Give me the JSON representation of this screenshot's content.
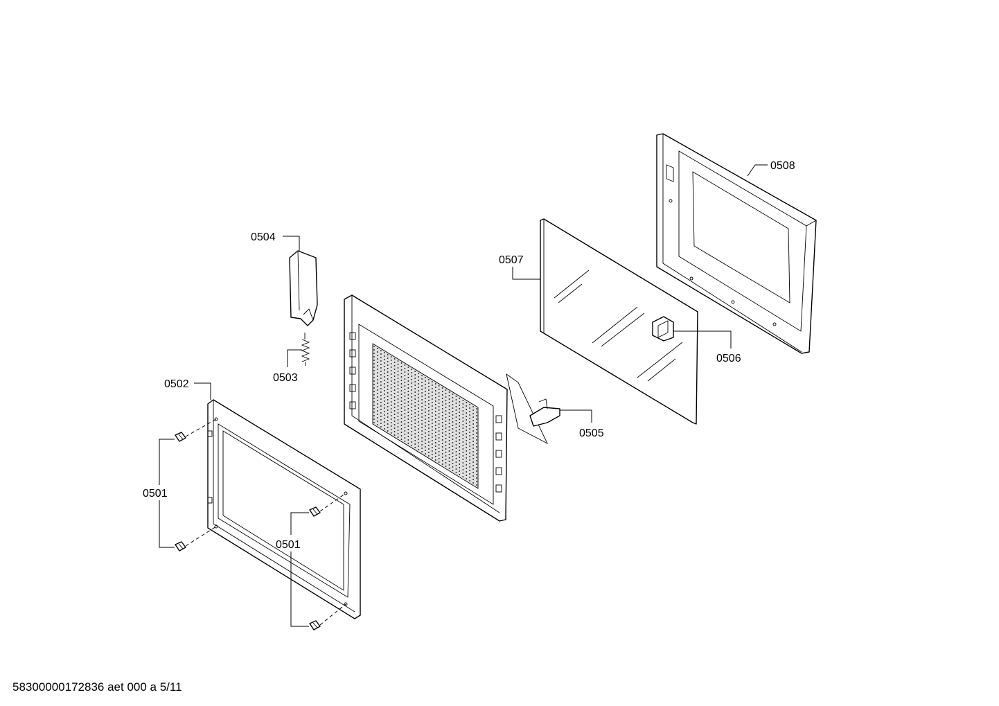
{
  "labels": {
    "p0501": "0501",
    "p0502": "0502",
    "p0503": "0503",
    "p0504": "0504",
    "p0505": "0505",
    "p0506": "0506",
    "p0507": "0507",
    "p0508": "0508"
  },
  "footer": {
    "code": "58300000172836 aet 000 a 5/11"
  },
  "colors": {
    "line": "#000000",
    "background": "#ffffff"
  }
}
